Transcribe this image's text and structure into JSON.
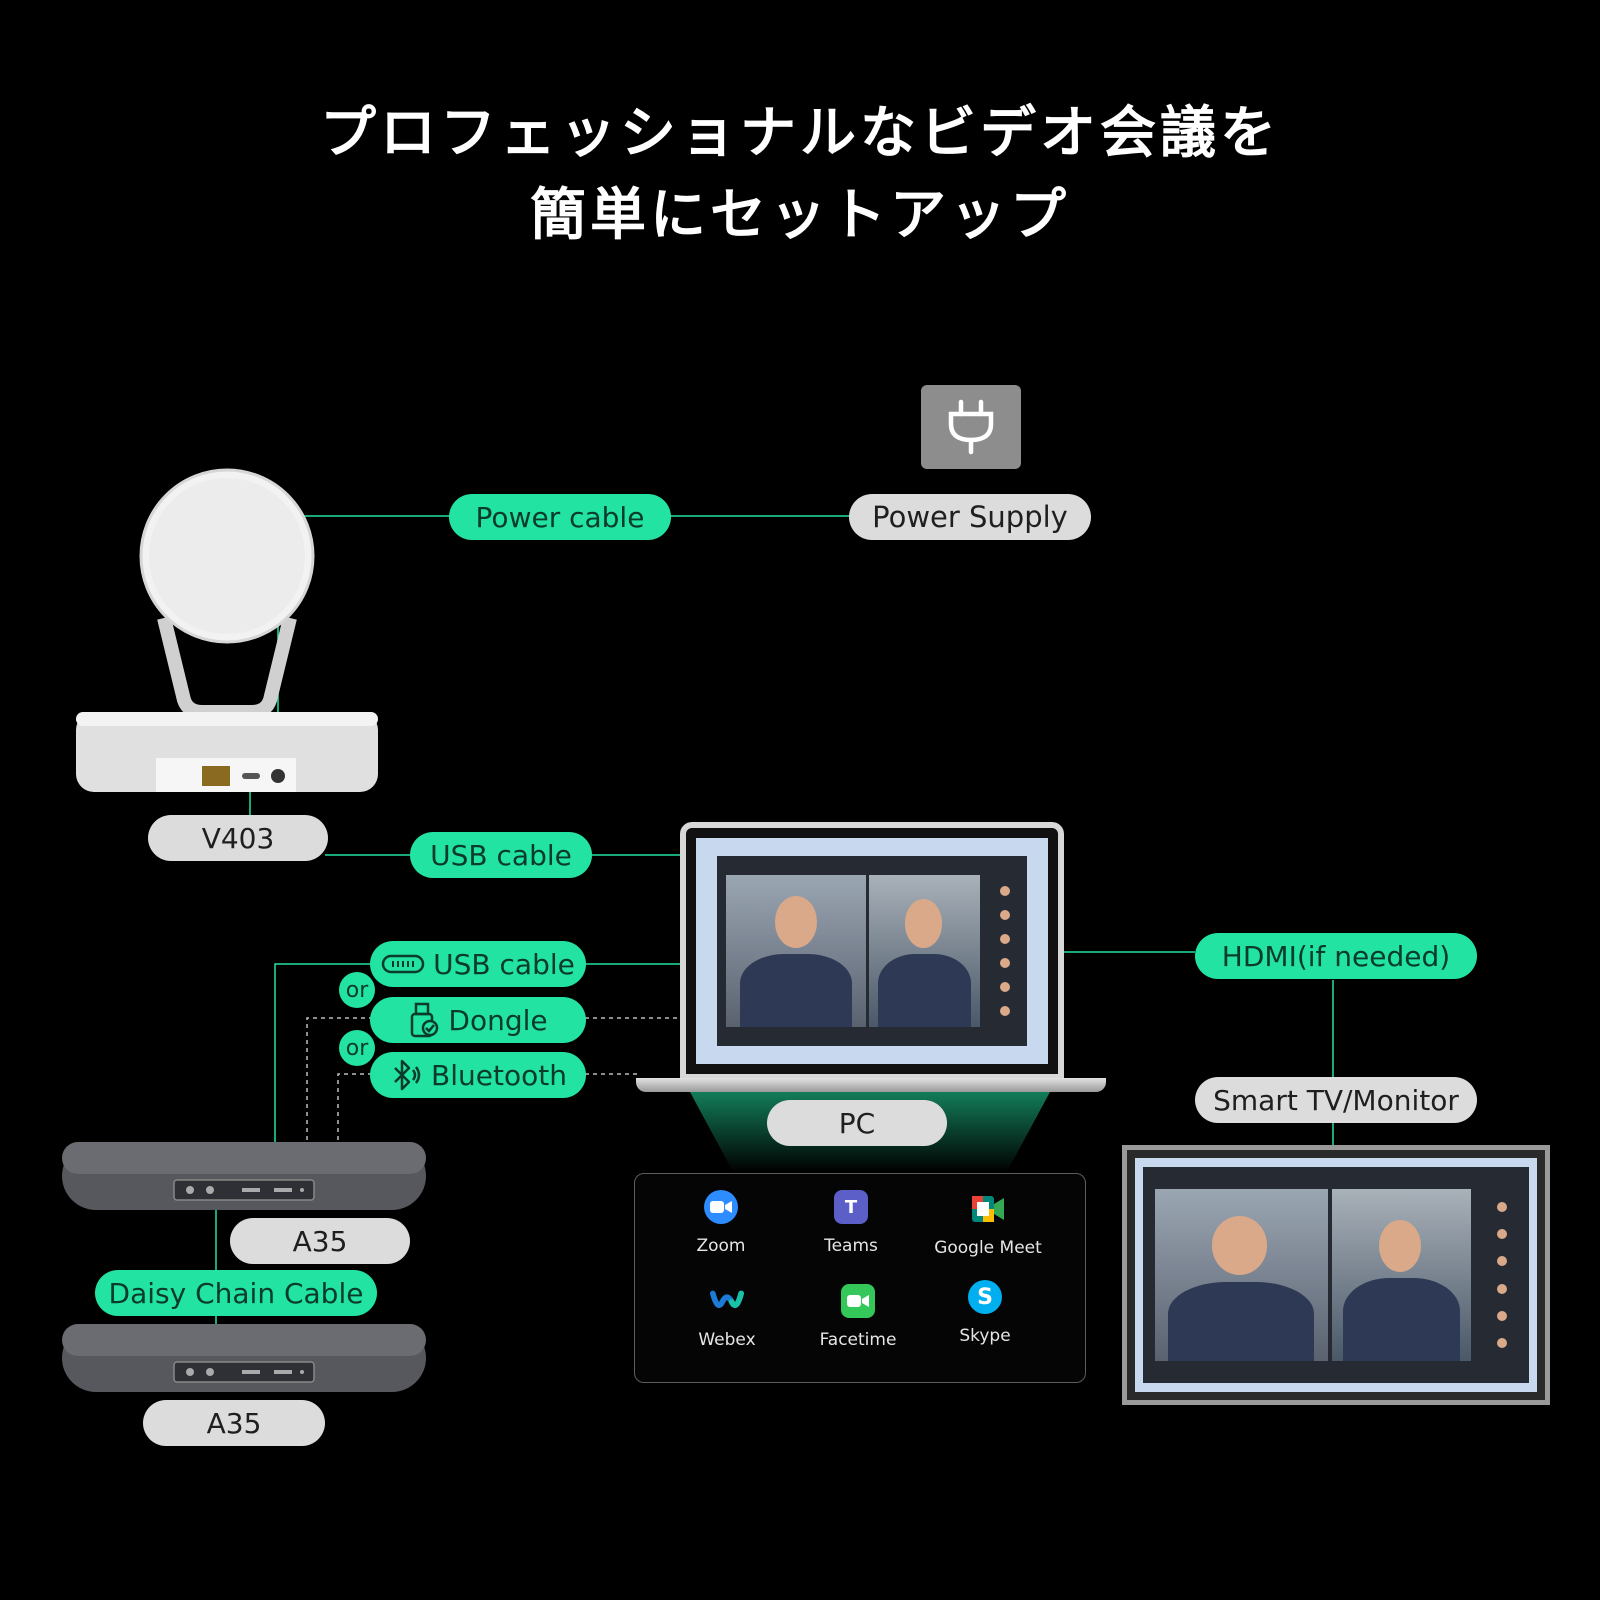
{
  "header": {
    "title_line1": "プロフェッショナルなビデオ会議を",
    "title_line2": "簡単にセットアップ"
  },
  "colors": {
    "accent": "#22e3a2",
    "label_gray": "#dcdcdc",
    "background": "#000000"
  },
  "connections": {
    "power_cable": "Power cable",
    "power_supply": "Power Supply",
    "usb_cable_camera": "USB cable",
    "usb_cable_speaker": "USB cable",
    "dongle": "Dongle",
    "bluetooth": "Bluetooth",
    "or_1": "or",
    "or_2": "or",
    "hdmi": "HDMI(if needed)",
    "daisy_chain": "Daisy Chain Cable"
  },
  "devices": {
    "camera": "V403",
    "pc": "PC",
    "speaker_1": "A35",
    "speaker_2": "A35",
    "display": "Smart TV/Monitor"
  },
  "apps": [
    {
      "label": "Zoom",
      "icon": "zoom-icon",
      "color": "#2d8cff"
    },
    {
      "label": "Teams",
      "icon": "teams-icon",
      "color": "#5b5fc7"
    },
    {
      "label": "Google Meet",
      "icon": "google-meet-icon",
      "color": "#00897b"
    },
    {
      "label": "Webex",
      "icon": "webex-icon",
      "color": "#1d7bd8"
    },
    {
      "label": "Facetime",
      "icon": "facetime-icon",
      "color": "#34c759"
    },
    {
      "label": "Skype",
      "icon": "skype-icon",
      "color": "#00aff0"
    }
  ]
}
